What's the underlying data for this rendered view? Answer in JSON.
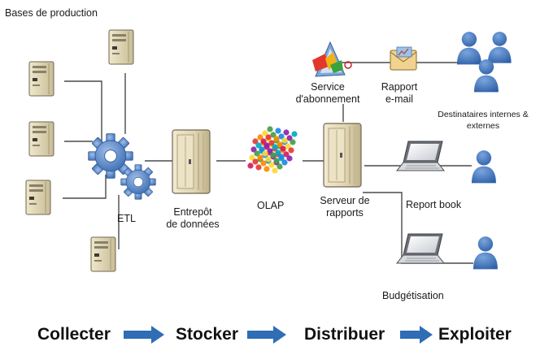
{
  "labels": {
    "sources": "Bases de  production",
    "etl": "ETL",
    "warehouse_line1": "Entrepôt",
    "warehouse_line2": "de données",
    "olap": "OLAP",
    "report_server_line1": "Serveur de",
    "report_server_line2": "rapports",
    "subscription_line1": "Service",
    "subscription_line2": "d'abonnement",
    "email_line1": "Rapport",
    "email_line2": "e-mail",
    "recipients_line1": "Destinataires internes &",
    "recipients_line2": "externes",
    "report_book": "Report book",
    "budgeting": "Budgétisation"
  },
  "flow": {
    "collect": "Collecter",
    "store": "Stocker",
    "distribute": "Distribuer",
    "exploit": "Exploiter"
  },
  "colors": {
    "line": "#4a4a4a",
    "server_beige": "#e6dcbd",
    "gear_blue": "#5b86c6",
    "person_blue": "#3f73b9",
    "arrow_blue": "#2f6db5"
  },
  "icons": {
    "server": "server-icon",
    "gear": "gear-icon",
    "cube": "olap-cube-icon",
    "laptop": "laptop-icon",
    "person": "person-icon",
    "envelope": "email-report-icon",
    "subscription": "subscription-service-icon"
  }
}
